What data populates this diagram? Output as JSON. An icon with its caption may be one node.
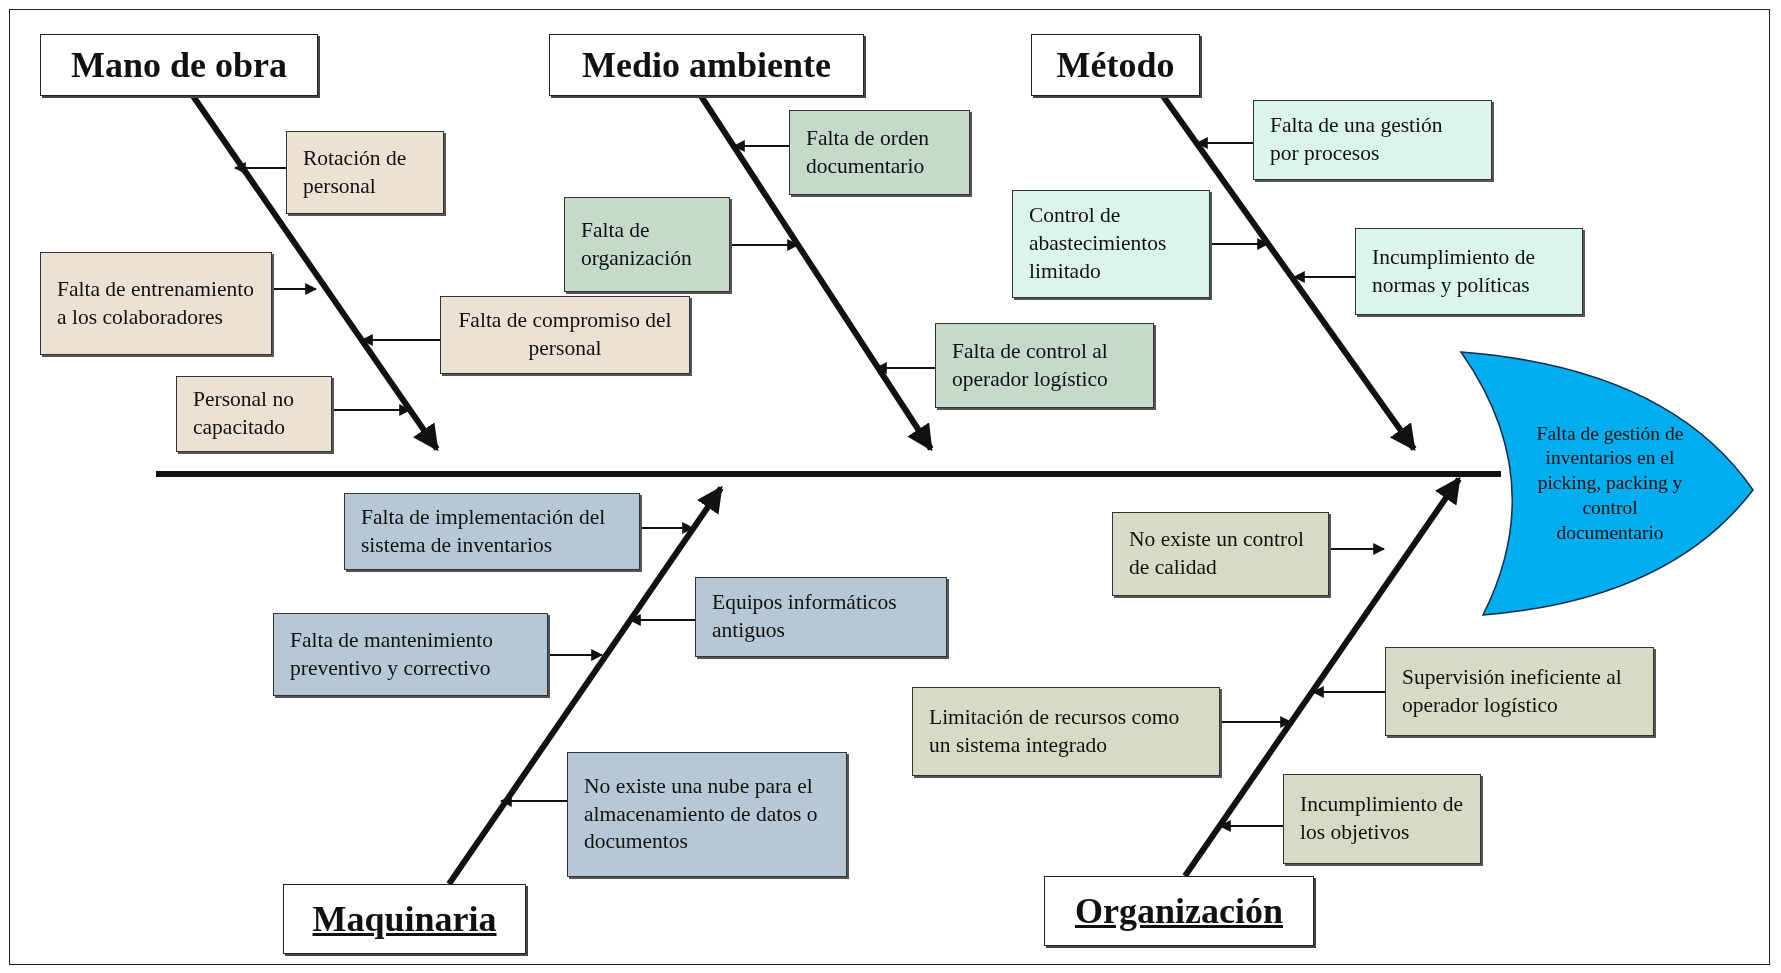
{
  "diagram": {
    "nodes": [
      {
        "text": [
          "Mano de obra"
        ]
      },
      {
        "text": [
          "Medio ambiente"
        ]
      },
      {
        "text": [
          "Método"
        ]
      },
      {
        "text": [
          "Rotación de personal"
        ]
      },
      {
        "text": [
          "Falta de orden documentario"
        ]
      },
      {
        "text": [
          "Falta de una gestión por procesos"
        ]
      },
      {
        "text": [
          "Control de abastecimientos limitado"
        ]
      },
      {
        "text": [
          "Falta de organización"
        ]
      },
      {
        "text": [
          "Incumplimiento de normas y políticas"
        ]
      },
      {
        "text": [
          "Falta de entrenamiento a los colaboradores"
        ]
      },
      {
        "text": [
          "Falta de compromiso del personal"
        ]
      },
      {
        "text": [
          "Falta de control al operador logístico"
        ]
      },
      {
        "text": [
          "Personal no capacitado"
        ]
      },
      {
        "text": [
          "Falta de gestión de inventarios en el picking, packing y control documentario"
        ]
      },
      {
        "text": [
          "Falta de implementación del sistema de inventarios"
        ]
      },
      {
        "text": [
          "No existe un control de calidad"
        ]
      },
      {
        "text": [
          "Equipos informáticos antiguos"
        ]
      },
      {
        "text": [
          "Falta de mantenimiento preventivo y correctivo"
        ]
      },
      {
        "text": [
          "Supervisión ineficiente al operador logístico"
        ]
      },
      {
        "text": [
          "Limitación de recursos como un sistema integrado"
        ]
      },
      {
        "text": [
          "No existe una nube para el almacenamiento de datos o documentos"
        ]
      },
      {
        "text": [
          "Incumplimiento de los objetivos"
        ]
      },
      {
        "text": [
          "Maquinaria"
        ]
      },
      {
        "text": [
          "Organización"
        ]
      },
      {
        "text": [],
        "shape": "bar"
      }
    ],
    "edges": [
      {
        "from": 0,
        "to": 24,
        "arrow": "to",
        "style": "thick"
      },
      {
        "from": 1,
        "to": 24,
        "arrow": "to",
        "style": "thick"
      },
      {
        "from": 2,
        "to": 24,
        "arrow": "to",
        "style": "thick"
      },
      {
        "from": 22,
        "to": 24,
        "arrow": "to",
        "style": "thick"
      },
      {
        "from": 23,
        "to": 24,
        "arrow": "to",
        "style": "thick"
      },
      {
        "from": 3,
        "to": null,
        "arrow": "to"
      },
      {
        "from": 9,
        "to": null,
        "arrow": "to"
      },
      {
        "from": 10,
        "to": null,
        "arrow": "to"
      },
      {
        "from": 12,
        "to": null,
        "arrow": "to"
      },
      {
        "from": 4,
        "to": null,
        "arrow": "to"
      },
      {
        "from": 7,
        "to": null,
        "arrow": "to"
      },
      {
        "from": 11,
        "to": null,
        "arrow": "to"
      },
      {
        "from": 5,
        "to": null,
        "arrow": "to"
      },
      {
        "from": 6,
        "to": null,
        "arrow": "to"
      },
      {
        "from": 8,
        "to": null,
        "arrow": "to"
      },
      {
        "from": 14,
        "to": null,
        "arrow": "to"
      },
      {
        "from": 16,
        "to": null,
        "arrow": "to"
      },
      {
        "from": 17,
        "to": null,
        "arrow": "to"
      },
      {
        "from": 20,
        "to": null,
        "arrow": "to"
      },
      {
        "from": 15,
        "to": null,
        "arrow": "to"
      },
      {
        "from": 18,
        "to": null,
        "arrow": "to"
      },
      {
        "from": 19,
        "to": null,
        "arrow": "to"
      },
      {
        "from": 21,
        "to": null,
        "arrow": "to"
      }
    ]
  }
}
